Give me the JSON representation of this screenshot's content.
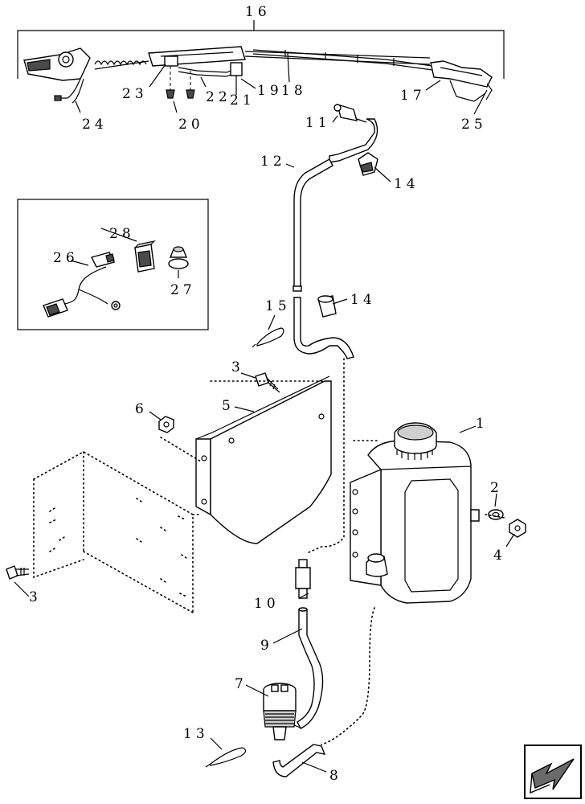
{
  "callouts": {
    "c1": "1",
    "c2": "2",
    "c3a": "3",
    "c3b": "3",
    "c4": "4",
    "c5": "5",
    "c6": "6",
    "c7": "7",
    "c8": "8",
    "c9": "9",
    "c10": "10",
    "c11": "11",
    "c12": "12",
    "c13": "13",
    "c14a": "14",
    "c14b": "14",
    "c15": "15",
    "c16": "16",
    "c17": "17",
    "c18": "18",
    "c19": "19",
    "c20": "20",
    "c21": "21",
    "c22": "22",
    "c23": "23",
    "c24": "24",
    "c25": "25",
    "c26": "26",
    "c27": "27",
    "c28": "28"
  },
  "icons": {
    "nav_arrow": "next-page-arrow-icon"
  }
}
